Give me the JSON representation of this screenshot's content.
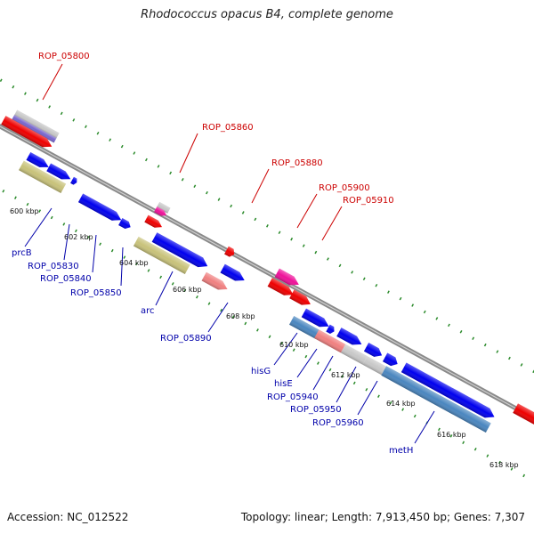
{
  "title": "Rhodococcus opacus B4, complete genome",
  "footer": {
    "accession": "Accession: NC_012522",
    "summary": "Topology: linear; Length: 7,913,450 bp; Genes: 7,307"
  },
  "colors": {
    "backbone": "#8a8a8a",
    "dots": "#2a8a2a",
    "gene_blue": "#0000ee",
    "gene_red": "#ee0000",
    "gene_magenta": "#ee1199",
    "gene_olive": "#c8c27a",
    "gene_steel": "#4a86bf",
    "gene_pink": "#f08080",
    "gene_gray": "#c8c8c8",
    "gene_violet": "#7766cc",
    "label_red": "#cc0000",
    "label_blue": "#0000aa"
  },
  "ticks": [
    "600 kbp",
    "602 kbp",
    "604 kbp",
    "606 kbp",
    "608 kbp",
    "610 kbp",
    "612 kbp",
    "614 kbp",
    "616 kbp",
    "618 kbp"
  ],
  "top_labels": [
    "ROP_05800",
    "ROP_05860",
    "ROP_05880",
    "ROP_05900",
    "ROP_05910"
  ],
  "bottom_labels": [
    "prcB",
    "ROP_05830",
    "ROP_05840",
    "ROP_05850",
    "arc",
    "ROP_05890",
    "hisG",
    "hisE",
    "ROP_05940",
    "ROP_05950",
    "ROP_05960",
    "metH"
  ]
}
